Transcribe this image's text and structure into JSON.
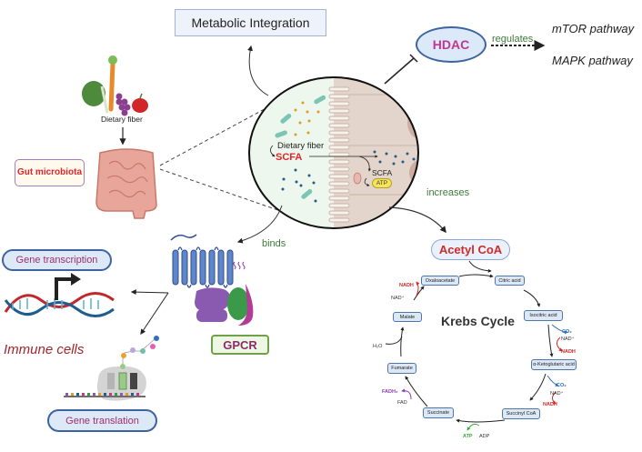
{
  "top": {
    "metabolic_integration": "Metabolic Integration",
    "hdac": "HDAC",
    "regulates": "regulates",
    "pathways": [
      "mTOR pathway",
      "MAPK pathway"
    ]
  },
  "left": {
    "dietary_fiber": "Dietary fiber",
    "gut_microbiota": "Gut microbiota",
    "gene_transcription": "Gene transcription",
    "immune_cells": "Immune cells",
    "gene_translation": "Gene translation"
  },
  "circle": {
    "dietary_fiber": "Dietary fiber",
    "scfa_main": "SCFA",
    "scfa_cell": "SCFA",
    "atp": "ATP"
  },
  "gpcr": {
    "binds": "binds",
    "label": "GPCR"
  },
  "krebs": {
    "increases": "increases",
    "acetyl_coa": "Acetyl CoA",
    "title": "Krebs Cycle",
    "nodes": {
      "oxaloacetate": "Oxaloacetate",
      "citric_acid": "Citric acid",
      "isocitric_acid": "Isocitric acid",
      "ketoglutaric_acid": "α-Ketoglutaric acid",
      "succinyl_coa": "Succinyl CoA",
      "succinate": "Succinate",
      "fumarate": "Fumarate",
      "malate": "Malate"
    },
    "cofactors": {
      "nadh_1": "NADH",
      "nad_1": "NAD⁺",
      "co2_1": "CO₂",
      "nad_2": "NAD⁺",
      "nadh_2": "NADH",
      "co2_2": "CO₂",
      "nad_3": "NAD⁺",
      "nadh_3": "NADH",
      "atp": "ATP",
      "adp": "ADP",
      "fadh2": "FADH₂",
      "fad": "FAD",
      "h2o": "H₂O"
    }
  },
  "colors": {
    "accent_red": "#d02a2a",
    "hdac_pink": "#c2368e",
    "green_text": "#3e7a3a",
    "box_border_blue": "#3b64a0",
    "co2_blue": "#2a6fb5",
    "fadh2_purple": "#8a3fb5",
    "atp_green": "#3aa83a"
  }
}
